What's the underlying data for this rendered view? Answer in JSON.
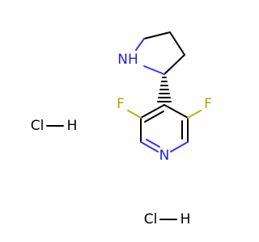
{
  "molecule": {
    "atoms": {
      "pyrrolidine_nh": "NH",
      "fluorine_left": "F",
      "fluorine_right": "F",
      "pyridine_n": "N"
    },
    "salts": [
      {
        "label": "Cl",
        "hydrogen": "H"
      },
      {
        "label": "Cl",
        "hydrogen": "H"
      }
    ],
    "colors": {
      "nitrogen": "#2222dd",
      "fluorine": "#b3a300",
      "bond": "#000000"
    }
  }
}
